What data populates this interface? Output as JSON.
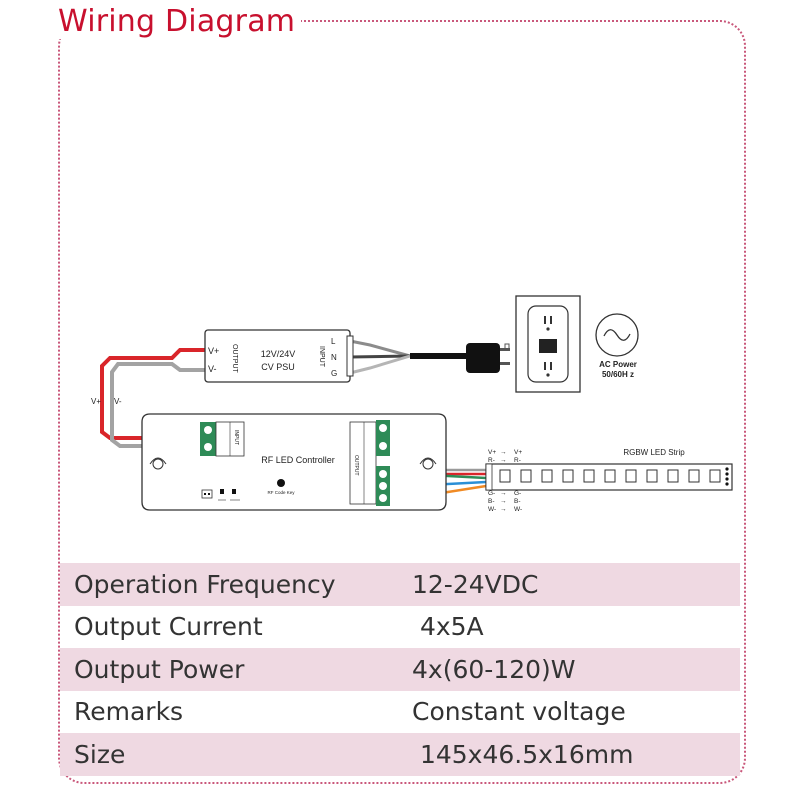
{
  "title": "Wiring Diagram",
  "diagram": {
    "psu": {
      "name_line1": "12V/24V",
      "name_line2": "CV PSU",
      "out_plus": "V+",
      "out_minus": "V-",
      "output_label": "OUTPUT",
      "input_label": "INPUT",
      "terminal_l": "L",
      "terminal_n": "N",
      "terminal_g": "G"
    },
    "feed_label_plus": "V+",
    "feed_label_minus": "V-",
    "ac_power_line1": "AC Power",
    "ac_power_line2": "50/60H z",
    "controller": {
      "name": "RF LED Controller",
      "code_key": "RF Code Key",
      "input_label": "INPUT",
      "output_label": "OUTPUT"
    },
    "strip": {
      "name": "RGBW LED Strip",
      "pins": [
        {
          "from": "V+",
          "to": "V+"
        },
        {
          "from": "R-",
          "to": "R-"
        },
        {
          "from": "G-",
          "to": "G-"
        },
        {
          "from": "B-",
          "to": "B-"
        },
        {
          "from": "W-",
          "to": "W-"
        }
      ]
    }
  },
  "specs": [
    {
      "key": "Operation Frequency",
      "value": "12-24VDC"
    },
    {
      "key": "Output Current",
      "value": " 4x5A"
    },
    {
      "key": "Output Power",
      "value": "4x(60-120)W"
    },
    {
      "key": "Remarks",
      "value": "Constant voltage"
    },
    {
      "key": "Size",
      "value": " 145x46.5x16mm"
    }
  ],
  "colors": {
    "title": "#c8102e",
    "frame": "#c9587b",
    "row_shade": "#efd9e2",
    "wire_red": "#d9252a",
    "wire_blue": "#2a8fd6",
    "wire_orange": "#f08a24",
    "wire_gray": "#9a9a9a",
    "terminal_green": "#2e8b57"
  }
}
